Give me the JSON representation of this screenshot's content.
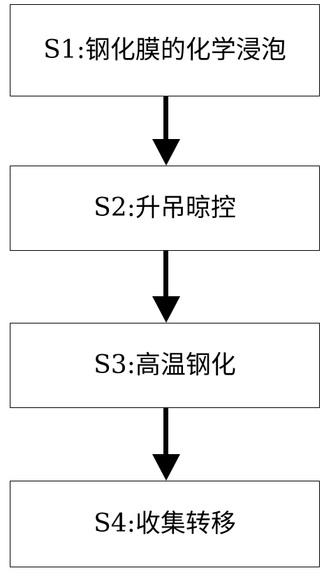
{
  "steps": [
    {
      "label": "S1:钢化膜的化学浸泡"
    },
    {
      "label": "S2:升吊晾控"
    },
    {
      "label": "S3:高温钢化"
    },
    {
      "label": "S4:收集转移"
    }
  ],
  "colors": {
    "border": "#000000",
    "arrow": "#000000",
    "background": "#ffffff"
  }
}
